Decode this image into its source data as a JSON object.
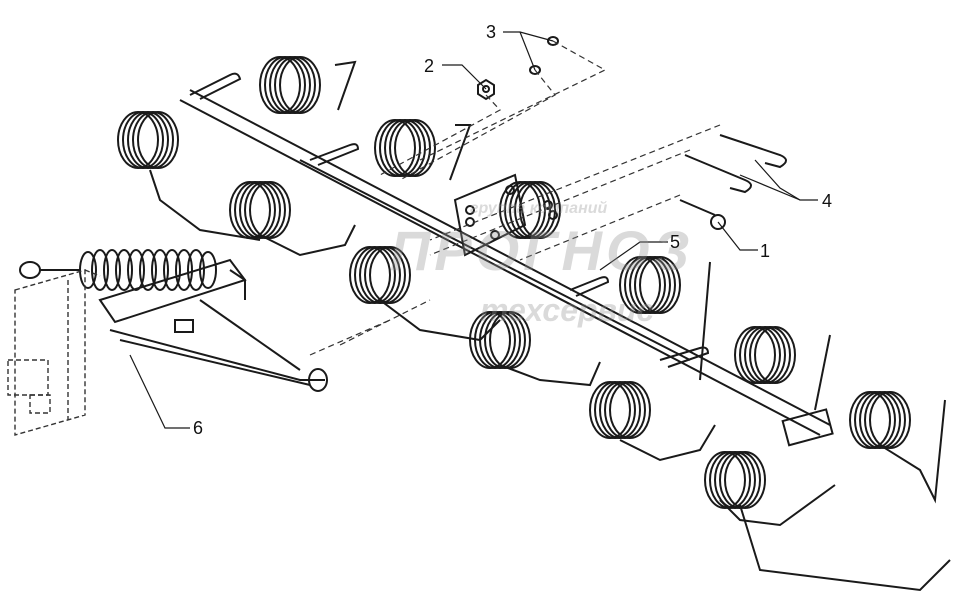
{
  "callouts": [
    {
      "id": "1",
      "label": "1"
    },
    {
      "id": "2",
      "label": "2"
    },
    {
      "id": "3",
      "label": "3"
    },
    {
      "id": "4",
      "label": "4"
    },
    {
      "id": "5",
      "label": "5"
    },
    {
      "id": "6",
      "label": "6"
    }
  ],
  "watermark": {
    "line1": "группа компаний",
    "line2": "ПРОГНОЗ",
    "line3": "техсервис"
  },
  "colors": {
    "line": "#1a1a1a",
    "dashed": "#333333",
    "background": "#ffffff"
  }
}
